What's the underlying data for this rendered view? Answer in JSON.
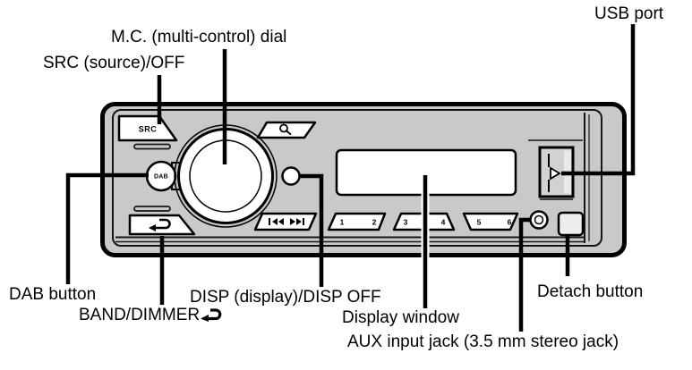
{
  "figure": {
    "callouts": {
      "usb": "USB port",
      "mc_dial": "M.C. (multi-control) dial",
      "src": "SRC (source)/OFF",
      "dab": "DAB button",
      "band": "BAND/DIMMER",
      "disp": "DISP (display)/DISP OFF",
      "display_window": "Display window",
      "aux": "AUX input jack (3.5 mm stereo jack)",
      "detach": "Detach button"
    }
  },
  "device": {
    "buttons": {
      "src": "SRC",
      "dab": "DAB",
      "presets": [
        "1",
        "2",
        "3",
        "4",
        "5",
        "6"
      ]
    },
    "colors": {
      "body": "#c9c9c9",
      "outline": "#000000",
      "control_fill": "#ffffff",
      "display_fill": "#ffffff",
      "usb_door_fill": "#d2d2d2"
    }
  }
}
